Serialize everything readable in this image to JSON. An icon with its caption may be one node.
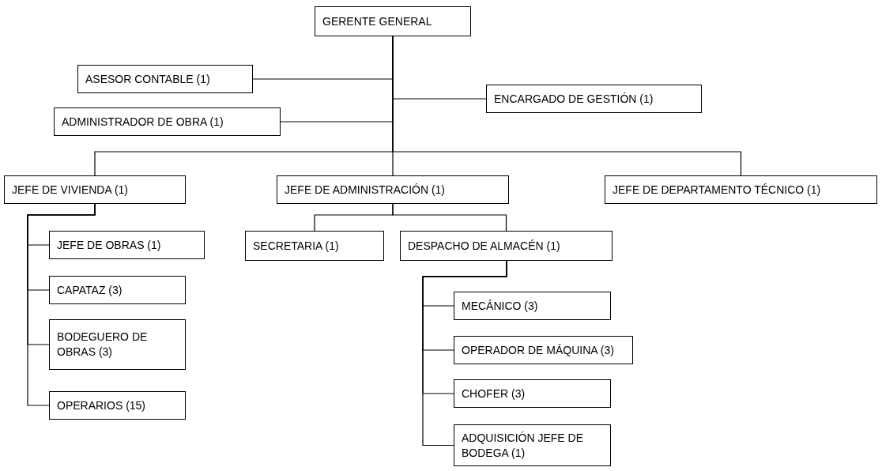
{
  "diagram": {
    "nodes": [
      {
        "text": [
          "GERENTE GENERAL"
        ]
      },
      {
        "text": [
          "ASESOR CONTABLE (1)"
        ]
      },
      {
        "text": [
          "ENCARGADO DE GESTIÓN (1)"
        ]
      },
      {
        "text": [
          "ADMINISTRADOR DE OBRA (1)"
        ]
      },
      {
        "text": [
          "JEFE DE VIVIENDA (1)"
        ]
      },
      {
        "text": [
          "JEFE DE ADMINISTRACIÓN (1)"
        ]
      },
      {
        "text": [
          "JEFE DE DEPARTAMENTO TÉCNICO (1)"
        ]
      },
      {
        "text": [
          "JEFE DE OBRAS (1)"
        ]
      },
      {
        "text": [
          "CAPATAZ (3)"
        ]
      },
      {
        "text": [
          "BODEGUERO DE OBRAS (3)"
        ]
      },
      {
        "text": [
          "OPERARIOS (15)"
        ]
      },
      {
        "text": [
          "SECRETARIA (1)"
        ]
      },
      {
        "text": [
          "DESPACHO DE ALMACÉN (1)"
        ]
      },
      {
        "text": [
          "MECÁNICO (3)"
        ]
      },
      {
        "text": [
          "OPERADOR DE MÁQUINA (3)"
        ]
      },
      {
        "text": [
          "CHOFER (3)"
        ]
      },
      {
        "text": [
          "ADQUISICIÓN JEFE DE BODEGA (1)"
        ]
      }
    ],
    "edges": [
      {
        "from": 0,
        "to": 1,
        "arrow": "none"
      },
      {
        "from": 0,
        "to": 2,
        "arrow": "none"
      },
      {
        "from": 0,
        "to": 3,
        "arrow": "none"
      },
      {
        "from": 0,
        "to": 4,
        "arrow": "none"
      },
      {
        "from": 0,
        "to": 5,
        "arrow": "none"
      },
      {
        "from": 0,
        "to": 6,
        "arrow": "none"
      },
      {
        "from": 4,
        "to": 7,
        "arrow": "none"
      },
      {
        "from": 4,
        "to": 8,
        "arrow": "none"
      },
      {
        "from": 4,
        "to": 9,
        "arrow": "none"
      },
      {
        "from": 4,
        "to": 10,
        "arrow": "none"
      },
      {
        "from": 5,
        "to": 11,
        "arrow": "none"
      },
      {
        "from": 5,
        "to": 12,
        "arrow": "none"
      },
      {
        "from": 12,
        "to": 13,
        "arrow": "none"
      },
      {
        "from": 12,
        "to": 14,
        "arrow": "none"
      },
      {
        "from": 12,
        "to": 15,
        "arrow": "none"
      },
      {
        "from": 12,
        "to": 16,
        "arrow": "none"
      }
    ]
  }
}
